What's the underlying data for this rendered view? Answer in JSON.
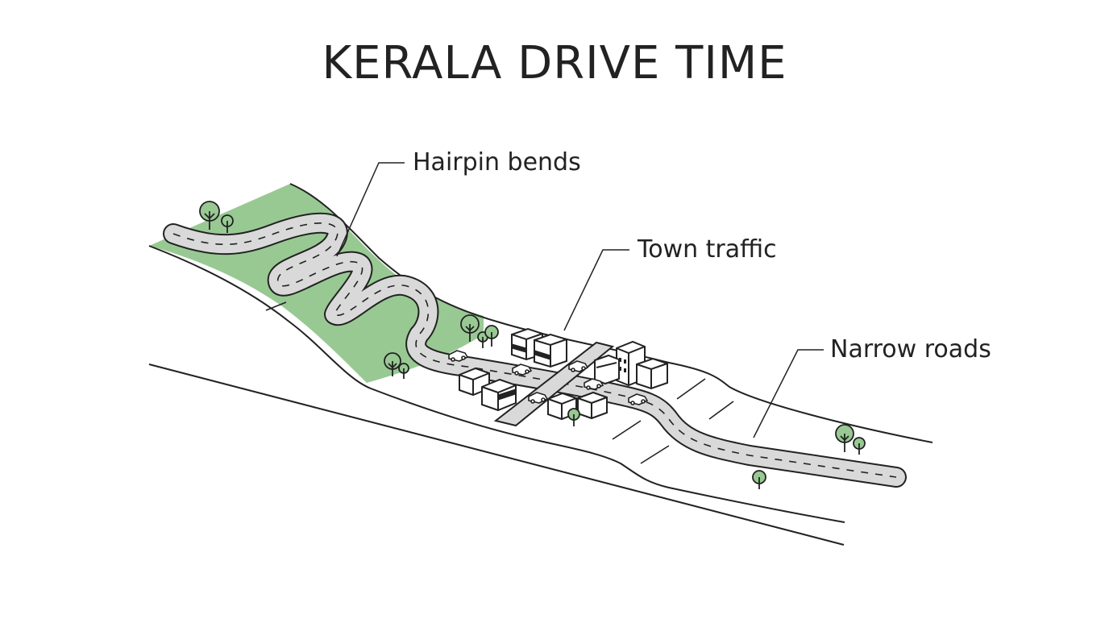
{
  "title": "KERALA DRIVE TIME",
  "colors": {
    "hill": "#98c993",
    "tree": "#98c993",
    "road": "#d9d9d9",
    "ink": "#222222"
  },
  "labels": {
    "hairpin": "Hairpin bends",
    "town": "Town traffic",
    "narrow": "Narrow roads"
  }
}
